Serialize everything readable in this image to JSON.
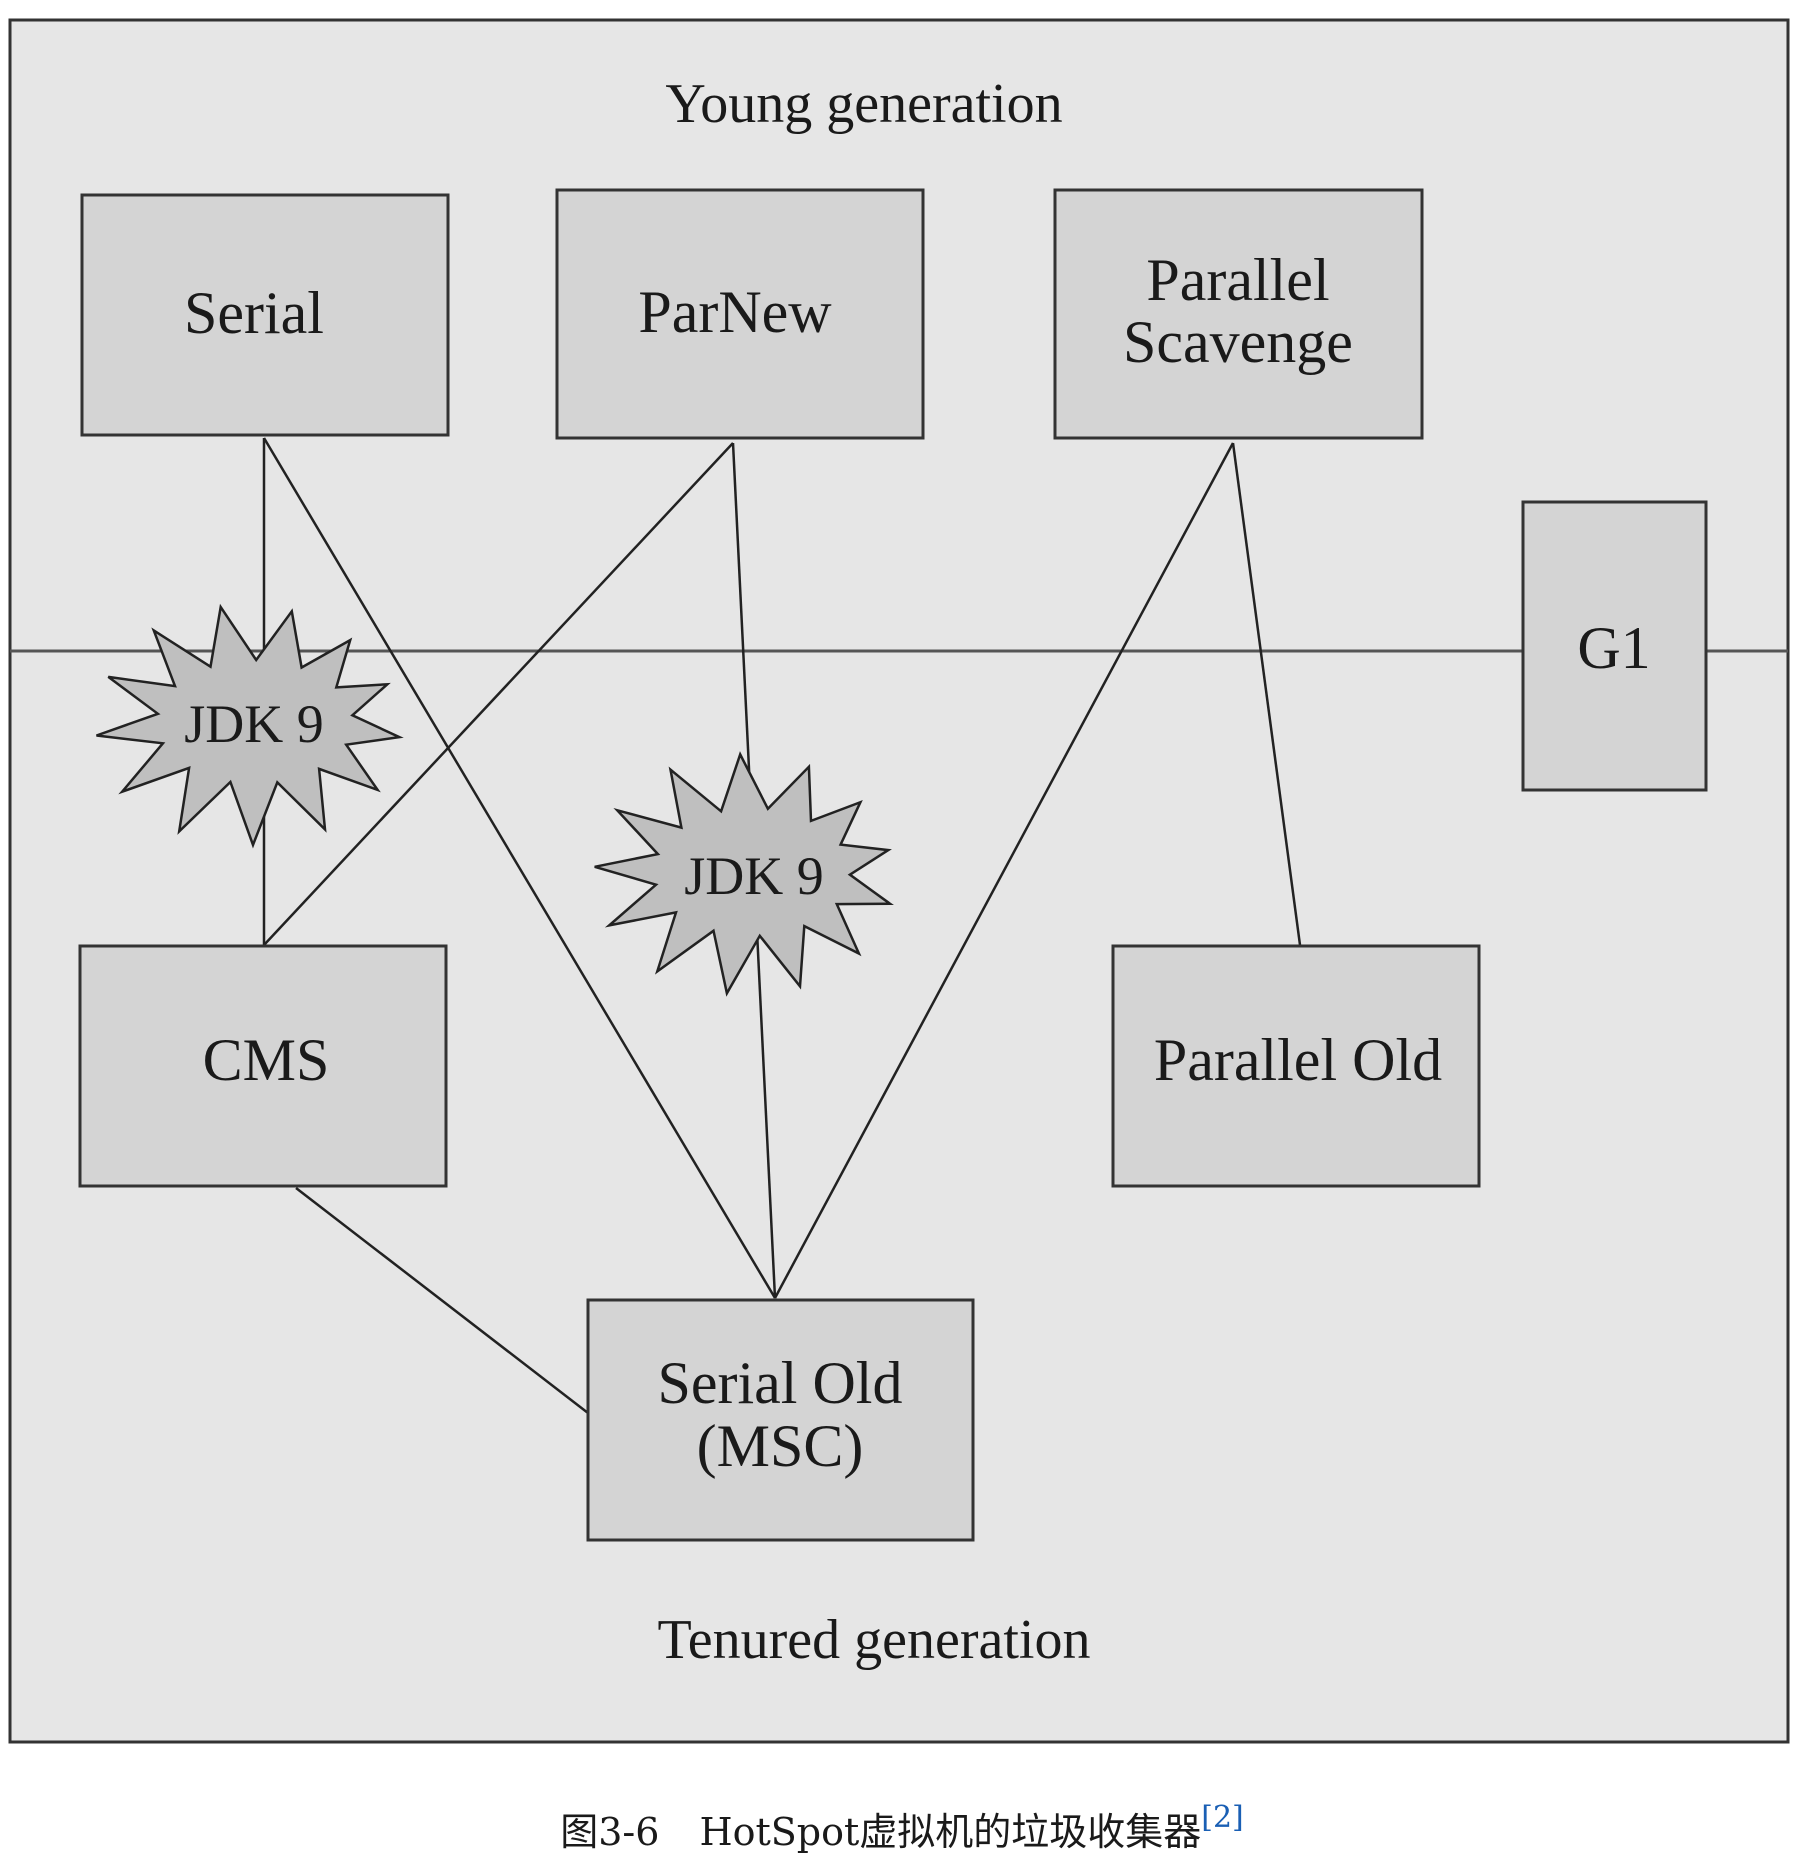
{
  "diagram": {
    "young_label": "Young generation",
    "tenured_label": "Tenured generation",
    "collectors": {
      "serial": "Serial",
      "parnew": "ParNew",
      "parallel_scavenge_line1": "Parallel",
      "parallel_scavenge_line2": "Scavenge",
      "g1": "G1",
      "cms": "CMS",
      "parallel_old": "Parallel Old",
      "serial_old_line1": "Serial Old",
      "serial_old_line2": "(MSC)"
    },
    "badges": {
      "jdk9_left": "JDK 9",
      "jdk9_center": "JDK 9"
    }
  },
  "caption": {
    "number": "图3-6",
    "text": "HotSpot虚拟机的垃圾收集器",
    "ref": "[2]"
  }
}
